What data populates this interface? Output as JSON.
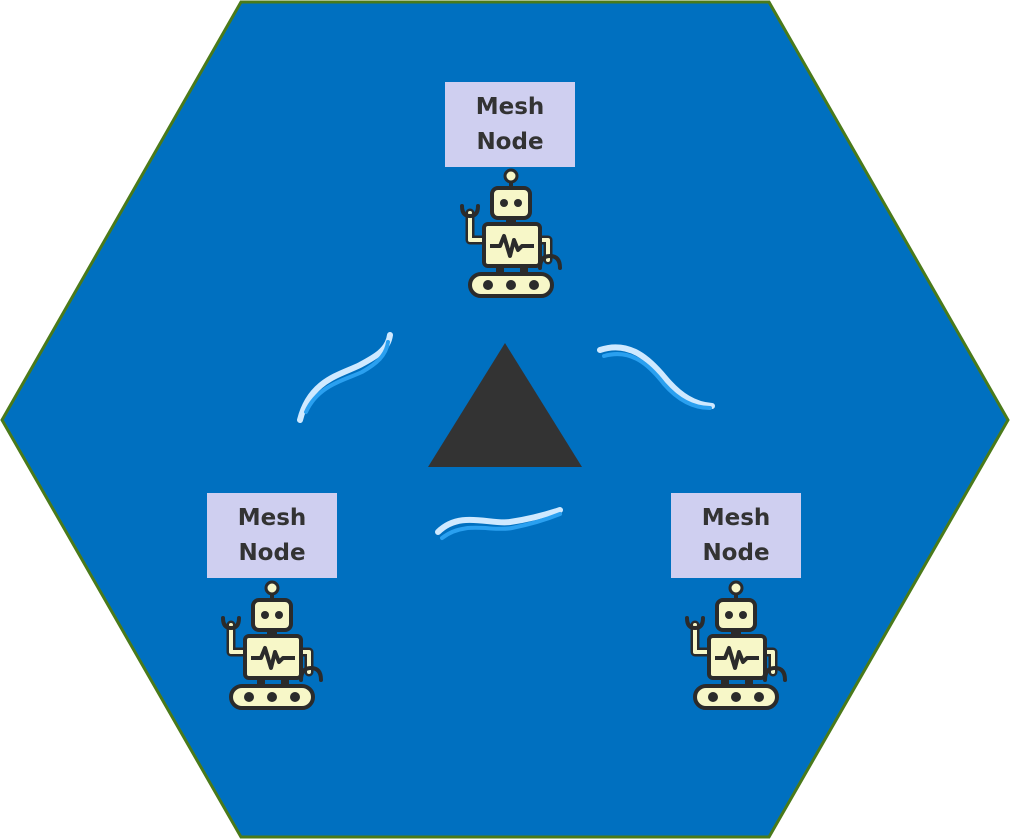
{
  "colors": {
    "hexagon_fill": "#0070c0",
    "hexagon_stroke": "#4a7a1a",
    "label_fill": "#cfcff0",
    "label_text": "#333333",
    "triangle_fill": "#333333",
    "robot_body": "#f7f7c8",
    "robot_outline": "#2b2b2b",
    "wave_light": "#cfe9ff",
    "wave_dark": "#2aa0f0"
  },
  "nodes": [
    {
      "id": "top",
      "line1": "Mesh",
      "line2": "Node",
      "icon": "robot-icon"
    },
    {
      "id": "left",
      "line1": "Mesh",
      "line2": "Node",
      "icon": "robot-icon"
    },
    {
      "id": "right",
      "line1": "Mesh",
      "line2": "Node",
      "icon": "robot-icon"
    }
  ],
  "center_icon": "triangle-icon",
  "link_icon": "wave-icon"
}
